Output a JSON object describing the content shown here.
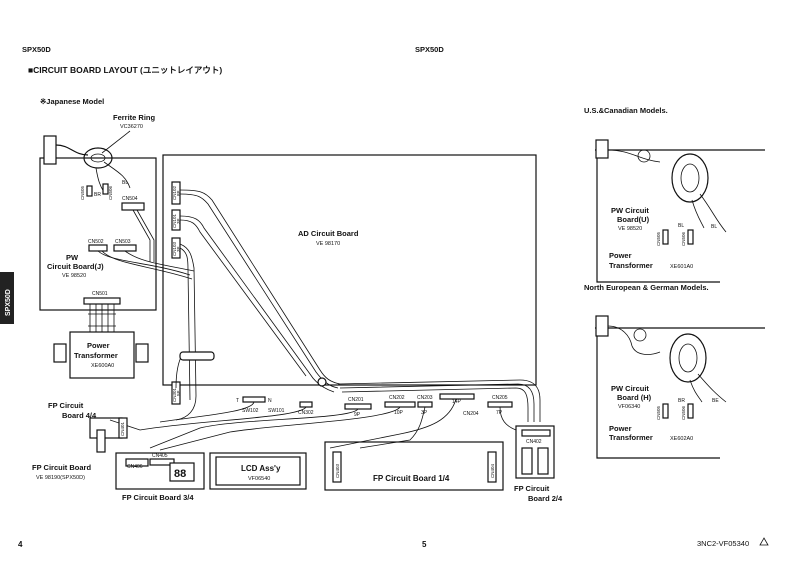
{
  "page": {
    "model_left": "SPX50D",
    "model_right": "SPX50D",
    "section_title": "■CIRCUIT BOARD LAYOUT (ユニットレイアウト)",
    "side_tab": "SPX50D",
    "page_left": "4",
    "page_right": "5",
    "doc_code": "3NC2-VF05340"
  },
  "main": {
    "variant_label": "※Japanese Model",
    "ferrite_ring": "Ferrite Ring",
    "ferrite_code": "VC36270",
    "pw_board_line1": "PW",
    "pw_board_line2": "Circuit Board(J)",
    "pw_board_code": "VE 98520",
    "power_tf_line1": "Power",
    "power_tf_line2": "Transformer",
    "power_tf_code": "XE600A0",
    "ad_board": "AD Circuit Board",
    "ad_code": "VE 98170",
    "fp44_line1": "FP Circuit",
    "fp44_line2": "Board 4/4",
    "fp_board": "FP Circuit Board",
    "fp_board_code": "VE 98190(SPX50D)",
    "fp34": "FP Circuit Board 3/4",
    "lcd": "LCD Ass'y",
    "lcd_code": "VF06540",
    "fp14": "FP Circuit Board 1/4",
    "fp24_line1": "FP Circuit",
    "fp24_line2": "Board 2/4",
    "seg_display": "88",
    "wire_bl": "BL",
    "wire_br": "BR",
    "cn": {
      "cn505": "CN505",
      "cn506": "CN506",
      "cn504": "CN504",
      "cn502": "CN502",
      "cn503": "CN503",
      "cn501": "CN501",
      "cn102": "CN102",
      "cn102_pins": "8P",
      "cn101": "CN101",
      "cn101_pins": "3P",
      "cn103": "CN103",
      "cn103_pins": "3P",
      "cn301": "CN301",
      "cn301_pins": "5P",
      "sw102": "SW102",
      "sw101": "SW101",
      "sw_t": "T",
      "sw_n": "N",
      "cn302": "CN302",
      "cn201": "CN201",
      "cn201_pins": "9P",
      "cn202": "CN202",
      "cn202_pins": "10P",
      "cn203": "CN203",
      "cn203_pins": "3P",
      "p14": "14P",
      "cn204": "CN204",
      "cn205": "CN205",
      "p7": "7P",
      "cn402": "CN402",
      "cn401": "CN401",
      "cn406": "CN406",
      "cn405": "CN405",
      "cn403": "CN403",
      "cn404": "CN404"
    }
  },
  "us": {
    "title": "U.S.&Canadian Models.",
    "pw_line1": "PW Circuit",
    "pw_line2": "Board(U)",
    "pw_code": "VE 98520",
    "bl1": "BL",
    "bl2": "BL",
    "cn505": "CN505",
    "cn506": "CN506",
    "tf_line1": "Power",
    "tf_line2": "Transformer",
    "tf_code": "XE601A0"
  },
  "eu": {
    "title": "North European & German Models.",
    "pw_line1": "PW Circuit",
    "pw_line2": "Board (H)",
    "pw_code": "VF06340",
    "br": "BR",
    "be": "BE",
    "cn505": "CN505",
    "cn506": "CN506",
    "tf_line1": "Power",
    "tf_line2": "Transformer",
    "tf_code": "XE602A0"
  }
}
